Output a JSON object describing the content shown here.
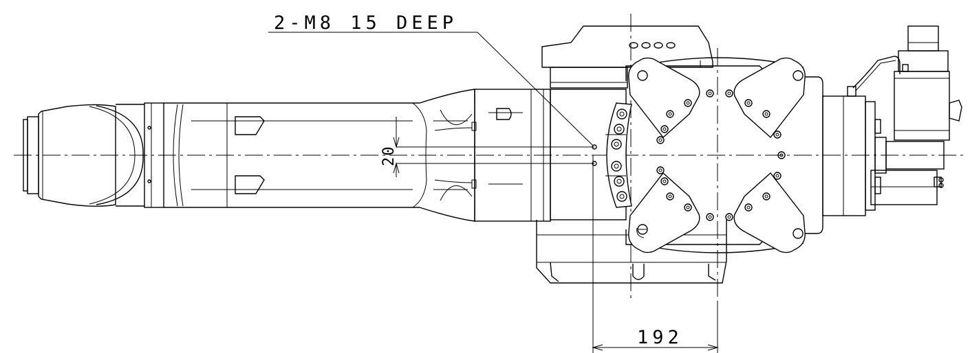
{
  "annotations": {
    "hole_callout": "2-M8 15 DEEP",
    "hole_spacing": "20",
    "offset_dimension": "192"
  }
}
